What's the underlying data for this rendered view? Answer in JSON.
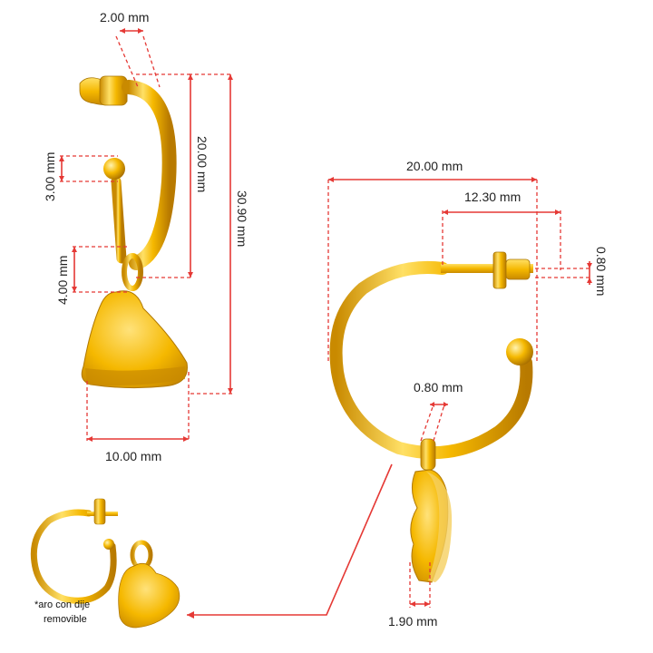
{
  "dimensions": {
    "top_width": "2.00 mm",
    "ball_height": "3.00 mm",
    "loop_height": "4.00 mm",
    "hoop_height": "20.00 mm",
    "total_height": "30.90 mm",
    "heart_width": "10.00 mm",
    "hoop_diameter": "20.00 mm",
    "post_length": "12.30 mm",
    "post_thickness": "0.80 mm",
    "jump_ring_thickness": "0.80 mm",
    "charm_thickness": "1.90 mm"
  },
  "note": {
    "line1": "*aro con dije",
    "line2": "removible"
  },
  "colors": {
    "gold_light": "#ffe066",
    "gold_mid": "#f5b800",
    "gold_dark": "#c98a00",
    "dimension": "#e53935"
  }
}
